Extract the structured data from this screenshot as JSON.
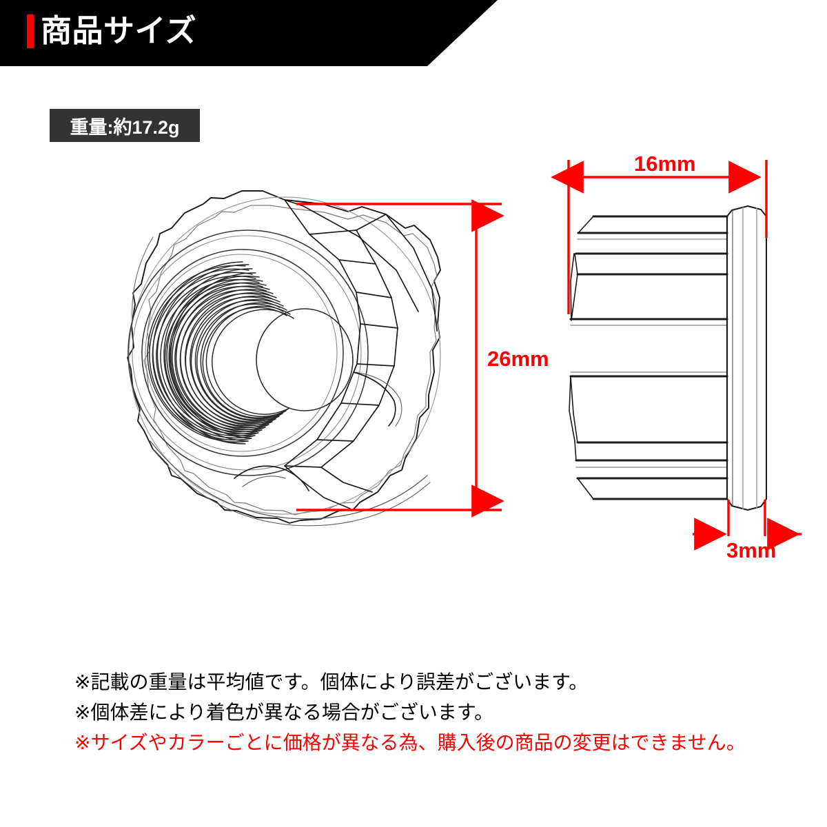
{
  "header": {
    "title": "商品サイズ",
    "accent_color": "#ff0000",
    "background_color": "#000000",
    "text_color": "#ffffff"
  },
  "weight_badge": {
    "label": "重量:約17.2g",
    "background_color": "#333333",
    "text_color": "#ffffff"
  },
  "dimensions": {
    "accent_color": "#ff0000",
    "height": {
      "label": "26mm",
      "value": 26,
      "unit": "mm",
      "orientation": "vertical",
      "applies_to": "front-view-nut-outer-diameter"
    },
    "width": {
      "label": "16mm",
      "value": 16,
      "unit": "mm",
      "orientation": "horizontal",
      "applies_to": "side-view-nut-total-length"
    },
    "flange": {
      "label": "3mm",
      "value": 3,
      "unit": "mm",
      "orientation": "horizontal",
      "applies_to": "side-view-flange-thickness"
    }
  },
  "illustrations": {
    "front_view": {
      "name": "flanged-12-point-nut-front-angled-view"
    },
    "side_view": {
      "name": "flanged-12-point-nut-side-view"
    }
  },
  "notes": [
    {
      "text": "※記載の重量は平均値です。個体により誤差がございます。",
      "color": "#000000"
    },
    {
      "text": "※個体差により着色が異なる場合がございます。",
      "color": "#000000"
    },
    {
      "text": "※サイズやカラーごとに価格が異なる為、購入後の商品の変更はできません。",
      "color": "#ff0000"
    }
  ]
}
